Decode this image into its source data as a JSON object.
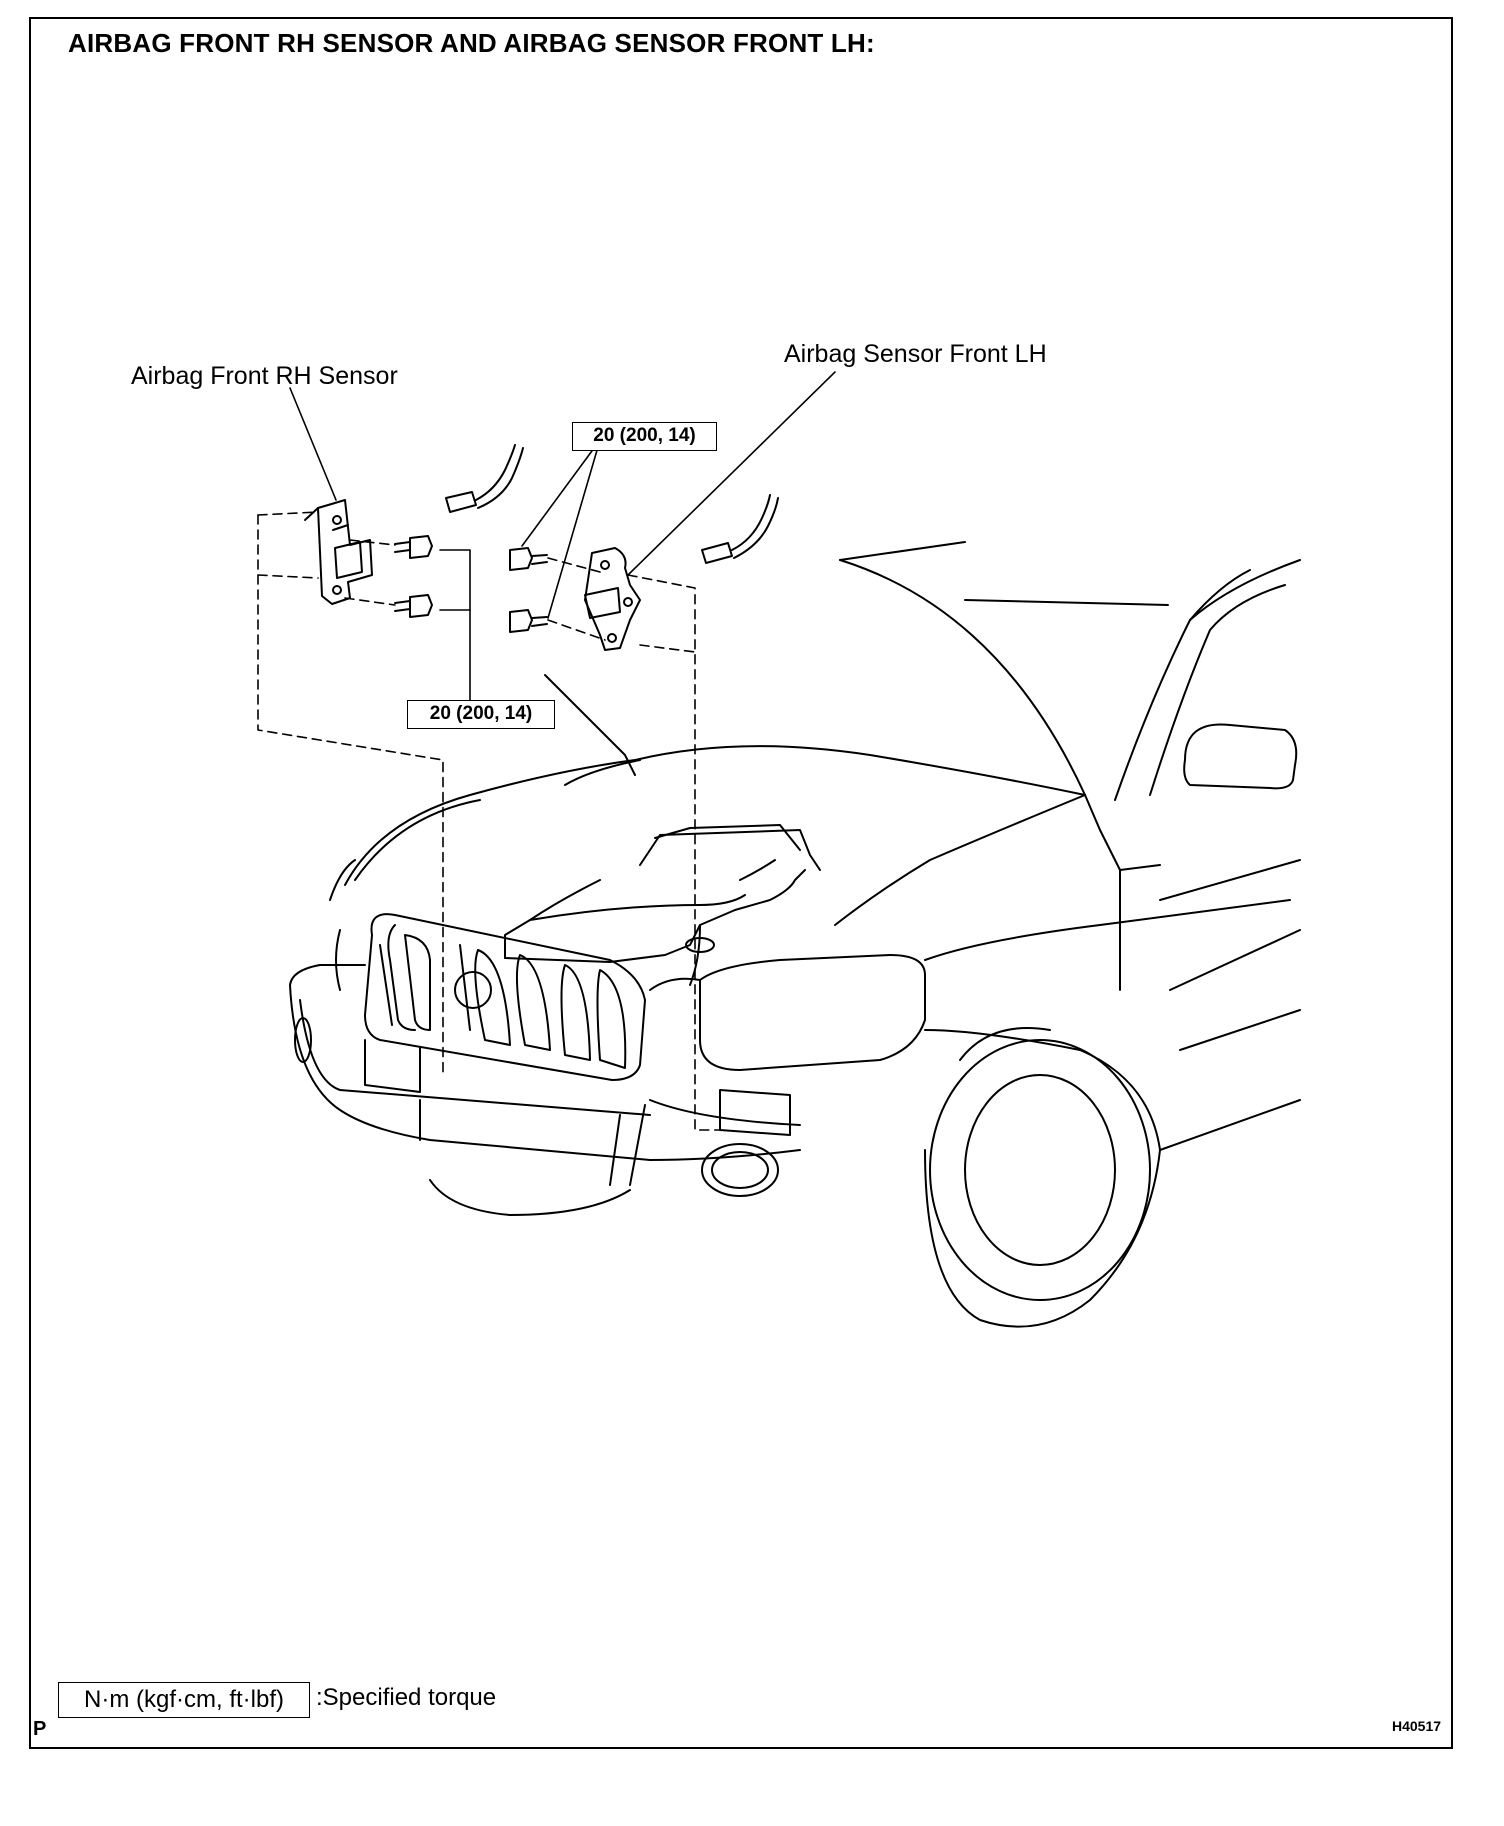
{
  "title": "AIRBAG FRONT RH SENSOR AND AIRBAG SENSOR FRONT LH:",
  "labels": {
    "rh_sensor": "Airbag Front RH Sensor",
    "lh_sensor": "Airbag Sensor Front LH"
  },
  "torque": {
    "upper": "20 (200, 14)",
    "lower": "20 (200, 14)"
  },
  "legend": {
    "box": "N·m (kgf·cm, ft·lbf)",
    "text": ":Specified torque"
  },
  "corner_letter": "P",
  "figure_code": "H40517"
}
